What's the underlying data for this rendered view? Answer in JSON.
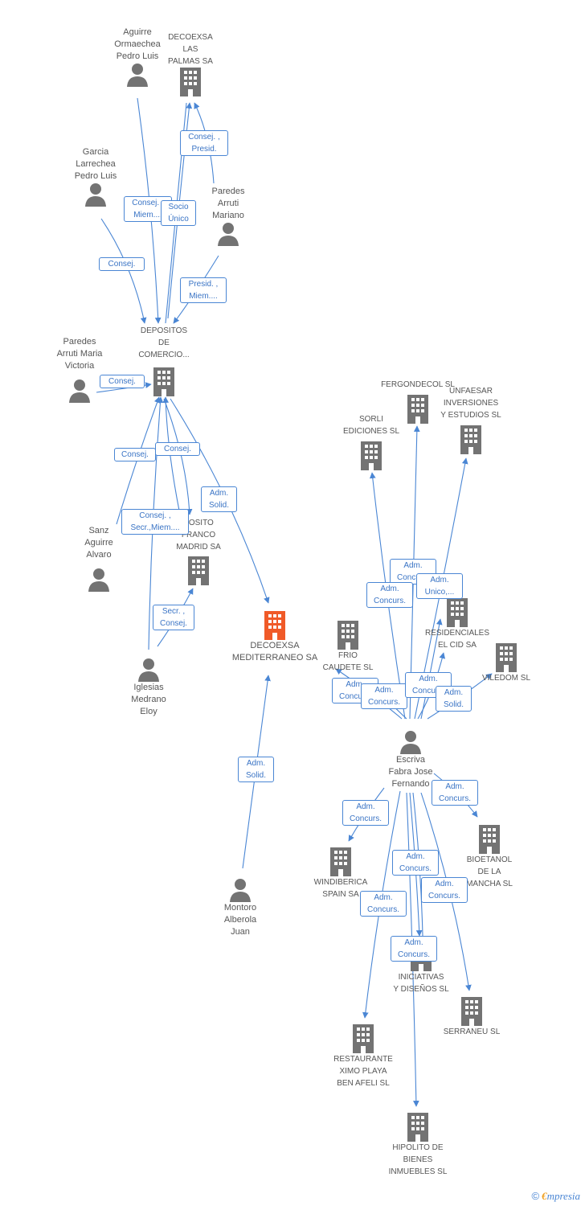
{
  "colors": {
    "edge": "#4a86d4",
    "node_icon": "#737373",
    "focus_icon": "#f05a28",
    "label_text": "#555555",
    "rel_text": "#3a74c5"
  },
  "nodes": [
    {
      "id": "aguirre",
      "type": "person",
      "label": "Aguirre\nOrmaechea\nPedro Luis"
    },
    {
      "id": "decoexsa_lp",
      "type": "company",
      "label": "DECOEXSA\nLAS\nPALMAS SA"
    },
    {
      "id": "garcia",
      "type": "person",
      "label": "Garcia\nLarrechea\nPedro Luis"
    },
    {
      "id": "paredes_m",
      "type": "person",
      "label": "Paredes\nArruti\nMariano"
    },
    {
      "id": "depositos",
      "type": "company",
      "label": "DEPOSITOS\nDE\nCOMERCIO..."
    },
    {
      "id": "paredes_mv",
      "type": "person",
      "label": "Paredes\nArruti Maria\nVictoria"
    },
    {
      "id": "sanz",
      "type": "person",
      "label": "Sanz\nAguirre\nAlvaro"
    },
    {
      "id": "deposito_franco",
      "type": "company",
      "label": "POSITO\nFRANCO\nMADRID SA"
    },
    {
      "id": "iglesias",
      "type": "person",
      "label": "Iglesias\nMedrano\nEloy"
    },
    {
      "id": "decoexsa_med",
      "type": "focus",
      "label": "DECOEXSA\nMEDITERRANEO SA"
    },
    {
      "id": "montoro",
      "type": "person",
      "label": "Montoro\nAlberola\nJuan"
    },
    {
      "id": "fergondecol",
      "type": "company",
      "label": "FERGONDECOL SL"
    },
    {
      "id": "unfaesar",
      "type": "company",
      "label": "UNFAESAR\nINVERSIONES\nY ESTUDIOS SL"
    },
    {
      "id": "sorli",
      "type": "company",
      "label": "SORLI\nEDICIONES SL"
    },
    {
      "id": "residenciales",
      "type": "company",
      "label": "RESIDENCIALES\nEL CID SA"
    },
    {
      "id": "frio",
      "type": "company",
      "label": "FRIO\nCAUDETE SL"
    },
    {
      "id": "viledom",
      "type": "company",
      "label": "VILEDOM SL"
    },
    {
      "id": "escriva",
      "type": "person",
      "label": "Escriva\nFabra Jose\nFernando"
    },
    {
      "id": "bioetanol",
      "type": "company",
      "label": "BIOETANOL\nDE LA\nMANCHA SL"
    },
    {
      "id": "windiberica",
      "type": "company",
      "label": "WINDIBERICA\nSPAIN SA"
    },
    {
      "id": "iniciativas",
      "type": "company",
      "label": "INICIATIVAS\nY DISEÑOS SL"
    },
    {
      "id": "serraneu",
      "type": "company",
      "label": "SERRANEU SL"
    },
    {
      "id": "restaurante",
      "type": "company",
      "label": "RESTAURANTE\nXIMO PLAYA\nBEN AFELI SL"
    },
    {
      "id": "hipolito",
      "type": "company",
      "label": "HIPOLITO DE\nBIENES\nINMUEBLES SL"
    }
  ],
  "relations": [
    {
      "id": "r1",
      "label": "Consej. ,\nPresid."
    },
    {
      "id": "r2",
      "label": "Consej. ,\nMiem...."
    },
    {
      "id": "r3",
      "label": "Socio\nÚnico"
    },
    {
      "id": "r4",
      "label": "Consej."
    },
    {
      "id": "r5",
      "label": "Presid. ,\nMiem...."
    },
    {
      "id": "r6",
      "label": "Consej."
    },
    {
      "id": "r7",
      "label": "Consej."
    },
    {
      "id": "r8",
      "label": "Consej."
    },
    {
      "id": "r9",
      "label": "Adm.\nSolid."
    },
    {
      "id": "r10",
      "label": "Consej. ,\nSecr.,Miem...."
    },
    {
      "id": "r11",
      "label": "Secr. ,\nConsej."
    },
    {
      "id": "r12",
      "label": "Adm.\nSolid."
    },
    {
      "id": "r13",
      "label": "Adm.\nConcurs."
    },
    {
      "id": "r14",
      "label": "Adm.\nConcurs."
    },
    {
      "id": "r15",
      "label": "Adm.\nUnico,..."
    },
    {
      "id": "r16",
      "label": "Adm.\nConcurs."
    },
    {
      "id": "r17",
      "label": "Adm.\nConcurs."
    },
    {
      "id": "r18",
      "label": "Adm.\nConcurs."
    },
    {
      "id": "r19",
      "label": "Adm.\nSolid."
    },
    {
      "id": "r20",
      "label": "Adm.\nConcurs."
    },
    {
      "id": "r21",
      "label": "Adm.\nConcurs."
    },
    {
      "id": "r22",
      "label": "Adm.\nConcurs."
    },
    {
      "id": "r23",
      "label": "Adm.\nConcurs."
    },
    {
      "id": "r24",
      "label": "Adm.\nConcurs."
    },
    {
      "id": "r25",
      "label": "Adm.\nConcurs."
    }
  ],
  "footer": {
    "copyright": "©",
    "brand_e": "€",
    "brand_rest": "mpresia"
  }
}
